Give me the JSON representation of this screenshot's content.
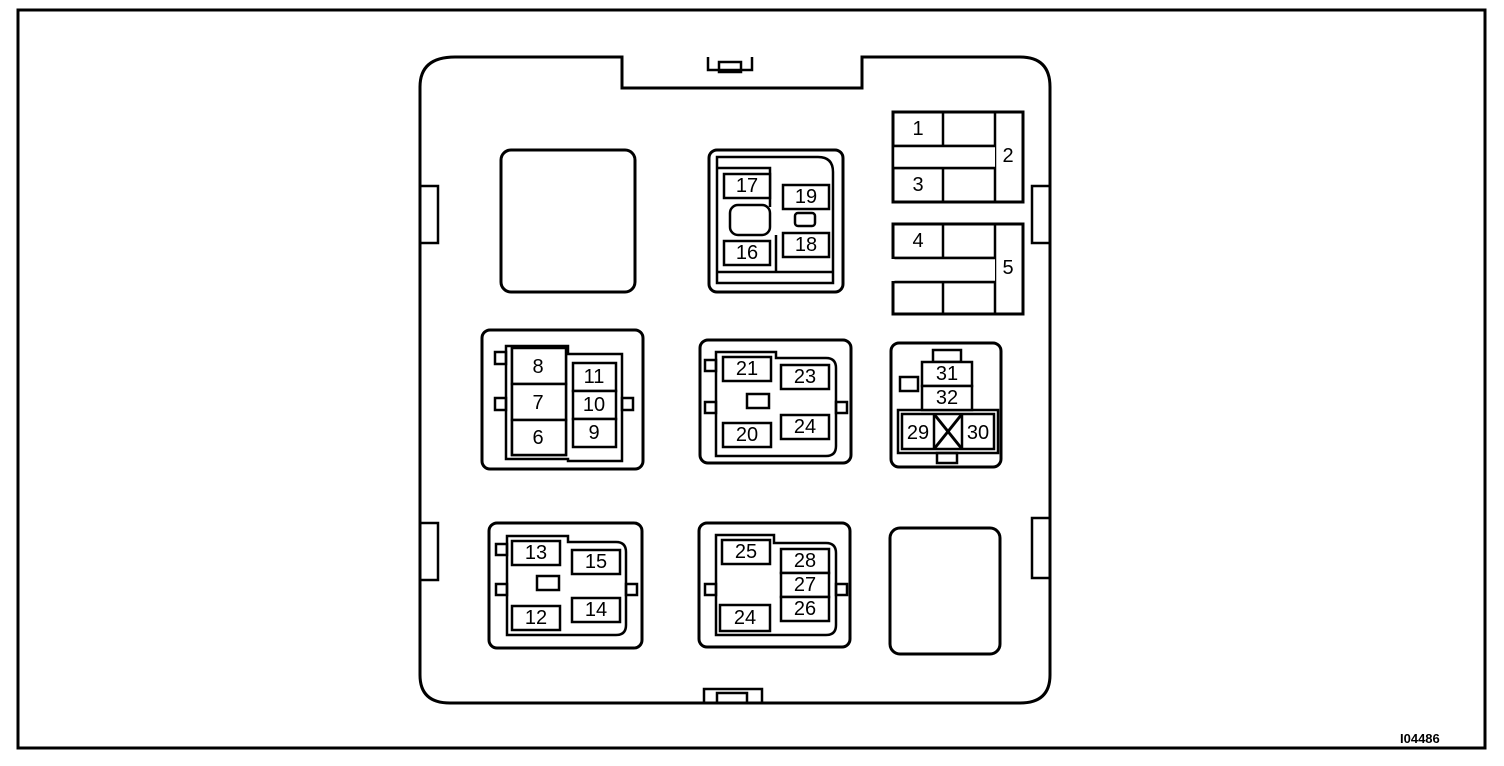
{
  "labels": {
    "l1": "1",
    "l2": "2",
    "l3": "3",
    "l4": "4",
    "l5": "5",
    "l6": "6",
    "l7": "7",
    "l8": "8",
    "l9": "9",
    "l10": "10",
    "l11": "11",
    "l12": "12",
    "l13": "13",
    "l14": "14",
    "l15": "15",
    "l16": "16",
    "l17": "17",
    "l18": "18",
    "l19": "19",
    "l20": "20",
    "l21": "21",
    "l23": "23",
    "l24a": "24",
    "l24b": "24",
    "l25": "25",
    "l26": "26",
    "l27": "27",
    "l28": "28",
    "l29": "29",
    "l30": "30",
    "l31": "31",
    "l32": "32"
  },
  "figure_code": "I04486"
}
